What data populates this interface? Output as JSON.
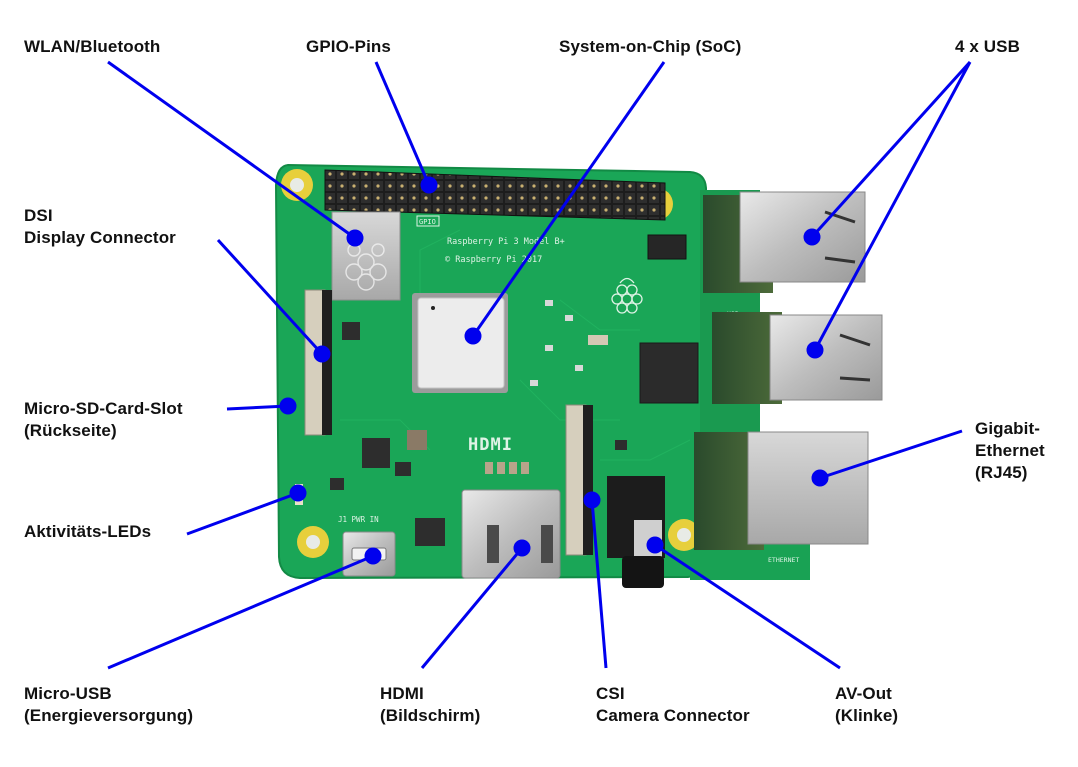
{
  "diagram": {
    "subject": "Raspberry Pi 3 Model B+",
    "colors": {
      "leader": "#0000ee",
      "board": "#1aa657",
      "board_edge": "#128a45",
      "label_text": "#111111"
    },
    "board_silkscreen": {
      "model": "Raspberry Pi 3 Model B+",
      "copyright": "© Raspberry Pi 2017",
      "gpio_tag": "GPIO",
      "hdmi": "HDMI",
      "power_tag": "J1 PWR IN",
      "usb_tag": "USB",
      "ethernet_tag": "ETHERNET"
    },
    "callouts": [
      {
        "id": "wlan",
        "lines": [
          "WLAN/Bluetooth"
        ]
      },
      {
        "id": "gpio",
        "lines": [
          "GPIO-Pins"
        ]
      },
      {
        "id": "soc",
        "lines": [
          "System-on-Chip (SoC)"
        ]
      },
      {
        "id": "usb",
        "lines": [
          "4 x USB"
        ]
      },
      {
        "id": "dsi",
        "lines": [
          "DSI",
          "Display Connector"
        ]
      },
      {
        "id": "sd",
        "lines": [
          "Micro-SD-Card-Slot",
          "(Rückseite)"
        ]
      },
      {
        "id": "led",
        "lines": [
          "Aktivitäts-LEDs"
        ]
      },
      {
        "id": "ethernet",
        "lines": [
          "Gigabit-",
          "Ethernet",
          "(RJ45)"
        ]
      },
      {
        "id": "microusb",
        "lines": [
          "Micro-USB",
          "(Energieversorgung)"
        ]
      },
      {
        "id": "hdmi",
        "lines": [
          "HDMI",
          "(Bildschirm)"
        ]
      },
      {
        "id": "csi",
        "lines": [
          "CSI",
          "Camera Connector"
        ]
      },
      {
        "id": "av",
        "lines": [
          "AV-Out",
          "(Klinke)"
        ]
      }
    ]
  }
}
